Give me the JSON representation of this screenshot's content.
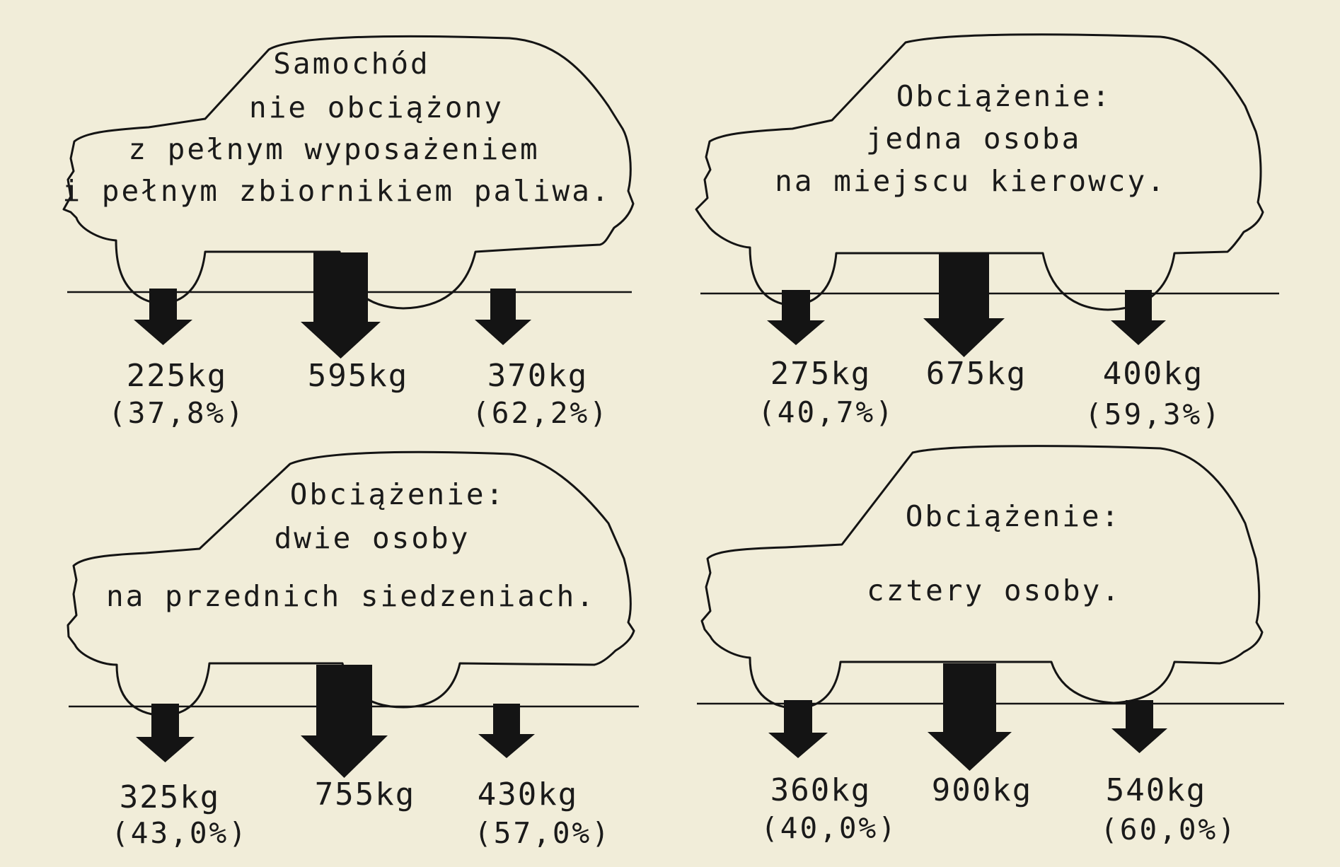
{
  "panels": [
    {
      "caption": [
        "Samochód",
        "nie obciążony",
        "z pełnym  wyposażeniem",
        "i pełnym  zbiornikiem paliwa."
      ],
      "front": {
        "weight": "225kg",
        "percent": "(37,8%)"
      },
      "total": {
        "weight": "595kg"
      },
      "rear": {
        "weight": "370kg",
        "percent": "(62,2%)"
      }
    },
    {
      "caption": [
        "Obciążenie:",
        "jedna osoba",
        "na miejscu kierowcy."
      ],
      "front": {
        "weight": "275kg",
        "percent": "(40,7%)"
      },
      "total": {
        "weight": "675kg"
      },
      "rear": {
        "weight": "400kg",
        "percent": "(59,3%)"
      }
    },
    {
      "caption": [
        "Obciążenie:",
        "dwie  osoby",
        "na przednich siedzeniach."
      ],
      "front": {
        "weight": "325kg",
        "percent": "(43,0%)"
      },
      "total": {
        "weight": "755kg"
      },
      "rear": {
        "weight": "430kg",
        "percent": "(57,0%)"
      }
    },
    {
      "caption": [
        "Obciążenie:",
        "cztery osoby."
      ],
      "front": {
        "weight": "360kg",
        "percent": "(40,0%)"
      },
      "total": {
        "weight": "900kg"
      },
      "rear": {
        "weight": "540kg",
        "percent": "(60,0%)"
      }
    }
  ]
}
